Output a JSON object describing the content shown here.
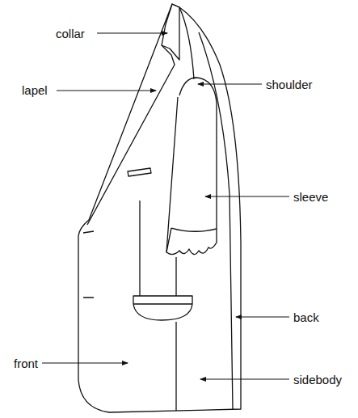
{
  "diagram": {
    "labels": [
      "collar",
      "shoulder",
      "lapel",
      "sleeve",
      "back",
      "front",
      "sidebody"
    ]
  }
}
